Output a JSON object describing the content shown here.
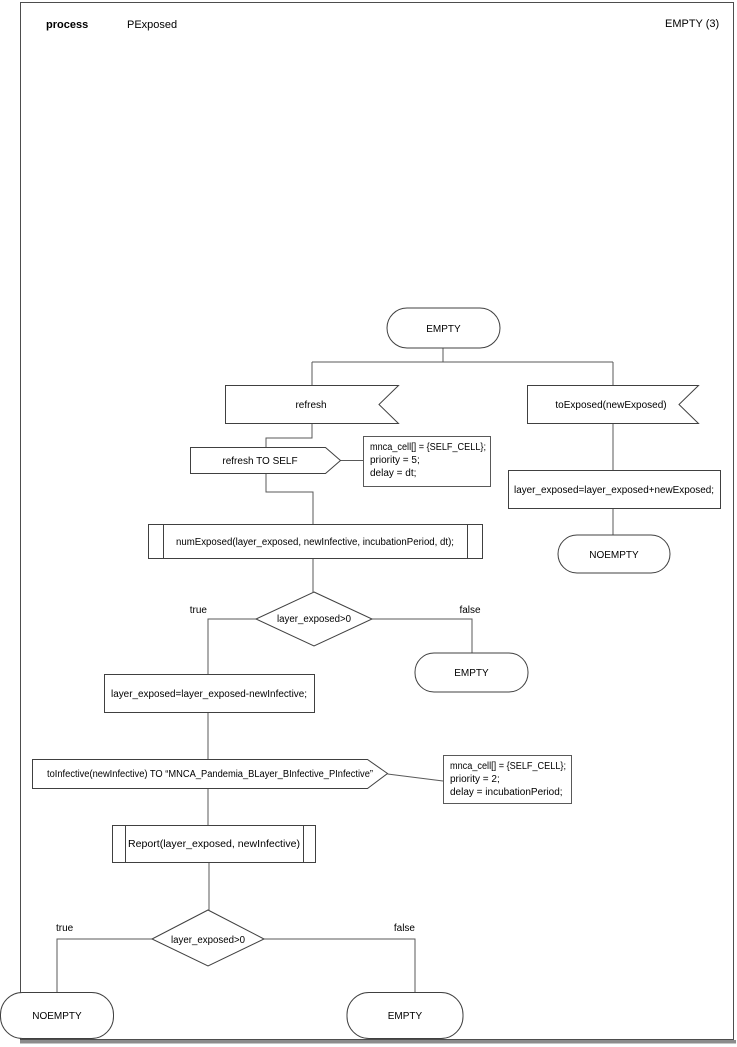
{
  "header": {
    "kind_label": "process",
    "process_name": "PExposed",
    "state_annotation": "EMPTY (3)"
  },
  "colors": {
    "shape_stroke": "#404040",
    "connector": "#595959",
    "comment_stroke": "#595959",
    "frame": "#4d4d4d",
    "frame_shadow": "#8c8c8c",
    "text": "#000000",
    "background": "#ffffff"
  },
  "nodes": {
    "state_empty_top": "EMPTY",
    "input_refresh": "refresh",
    "input_to_exposed": "toExposed(newExposed)",
    "output_refresh_to_self": "refresh TO SELF",
    "comment_refresh": [
      "mnca_cell[] = {SELF_CELL};",
      "priority = 5;",
      "delay = dt;"
    ],
    "task_add_exposed": "layer_exposed=layer_exposed+newExposed;",
    "state_noempty_right": "NOEMPTY",
    "proc_num_exposed": "numExposed(layer_exposed, newInfective, incubationPeriod, dt);",
    "decision1": {
      "label": "layer_exposed>0",
      "true_label": "true",
      "false_label": "false"
    },
    "state_empty_mid": "EMPTY",
    "task_sub_infective": "layer_exposed=layer_exposed-newInfective;",
    "output_to_infective": "toInfective(newInfective) TO “MNCA_Pandemia_BLayer_BInfective_PInfective”",
    "comment_infective": [
      "mnca_cell[] = {SELF_CELL};",
      "priority = 2;",
      "delay = incubationPeriod;"
    ],
    "proc_report": "Report(layer_exposed, newInfective)",
    "decision2": {
      "label": "layer_exposed>0",
      "true_label": "true",
      "false_label": "false"
    },
    "state_noempty_bottom": "NOEMPTY",
    "state_empty_bottom": "EMPTY"
  }
}
